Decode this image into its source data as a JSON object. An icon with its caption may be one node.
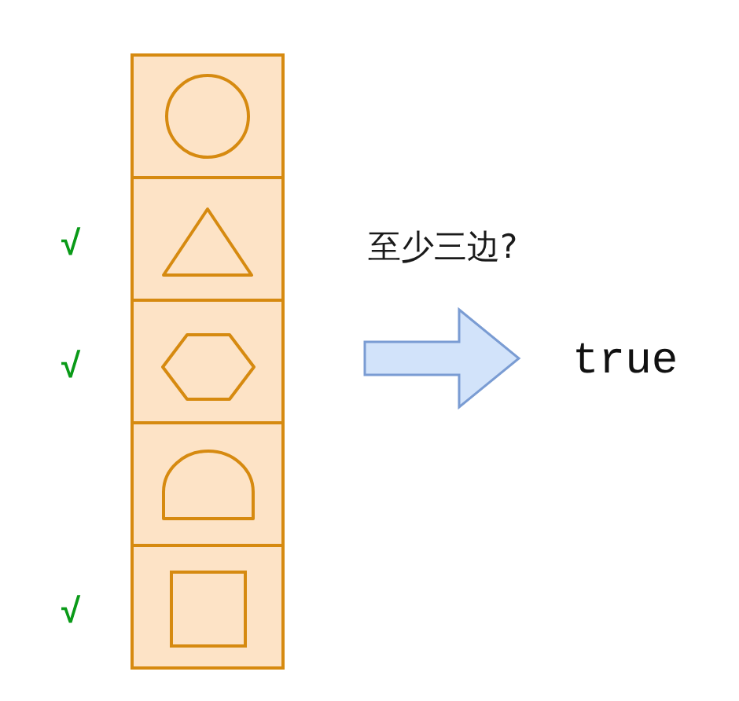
{
  "diagram": {
    "nodes": [
      {
        "text": [],
        "shape": "box"
      },
      {
        "text": [],
        "shape": "circle",
        "in": 0
      },
      {
        "text": [],
        "shape": "triangle",
        "in": 0,
        "beside": [
          "√"
        ]
      },
      {
        "text": [],
        "shape": "hexagon",
        "in": 0,
        "beside": [
          "√"
        ]
      },
      {
        "text": [],
        "shape": "arch",
        "in": 0
      },
      {
        "text": [],
        "shape": "square",
        "in": 0,
        "beside": [
          "√"
        ]
      },
      {
        "text": [
          "true"
        ]
      }
    ],
    "edges": [
      {
        "from": 0,
        "to": 6,
        "arrow": "to",
        "label": "至少三边?"
      }
    ]
  }
}
